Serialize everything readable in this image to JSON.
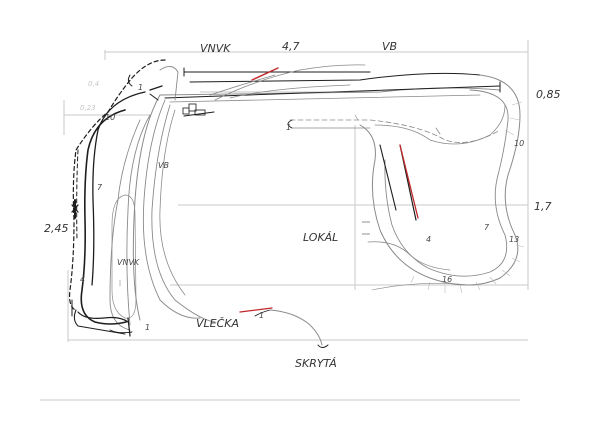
{
  "labels": {
    "top_vnvk": "VNVK",
    "top_length": "4,7",
    "top_vb": "VB",
    "right_upper": "0,85",
    "right_lower": "1,7",
    "left_length": "2,45",
    "lokal": "LOKÁL",
    "vlecka": "VLEČKA",
    "skryta": "SKRYTÁ",
    "side_vb": "VB",
    "side_vnvk": "VNVK",
    "faint_left_top": "0,4",
    "faint_left_mid": "0,23"
  },
  "numbers": {
    "n_1_top": "1",
    "n_10_left": "10",
    "n_7_left": "7",
    "n_4_left": "4",
    "n_1_bottom": "1",
    "n_1_loop": "1",
    "n_10_right": "10",
    "n_7_right": "7",
    "n_13_right": "13",
    "n_4_lokal": "4",
    "n_16_bottom": "16",
    "n_1_vlecka": "1"
  },
  "colors": {
    "ink": "#1e1e1e",
    "pencil": "#8a8a8a",
    "red": "#c0282b"
  }
}
